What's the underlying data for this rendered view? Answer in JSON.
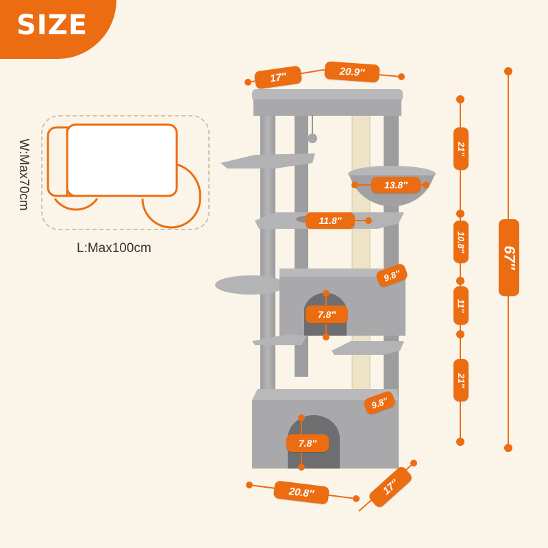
{
  "badge": {
    "text": "SIZE"
  },
  "space": {
    "width_label": "W:Max70cm",
    "length_label": "L:Max100cm"
  },
  "dimensions": {
    "top_depth": "17″",
    "top_width": "20.9″",
    "basket_diameter": "13.8″",
    "platform_hole": "11.8″",
    "upper_condo_depth": "9.8″",
    "upper_condo_door": "7.8″",
    "lower_condo_depth": "9.8″",
    "lower_condo_door": "7.8″",
    "base_width": "20.8″",
    "base_depth": "17″",
    "seg_1": "21″",
    "seg_2": "10.8″",
    "seg_3": "11″",
    "seg_4": "21″",
    "total_height": "67″"
  },
  "colors": {
    "accent": "#ec6c12",
    "tree_gray": "#a8a8aa",
    "sisal": "#ede3c6",
    "background": "#fbf4e8"
  }
}
